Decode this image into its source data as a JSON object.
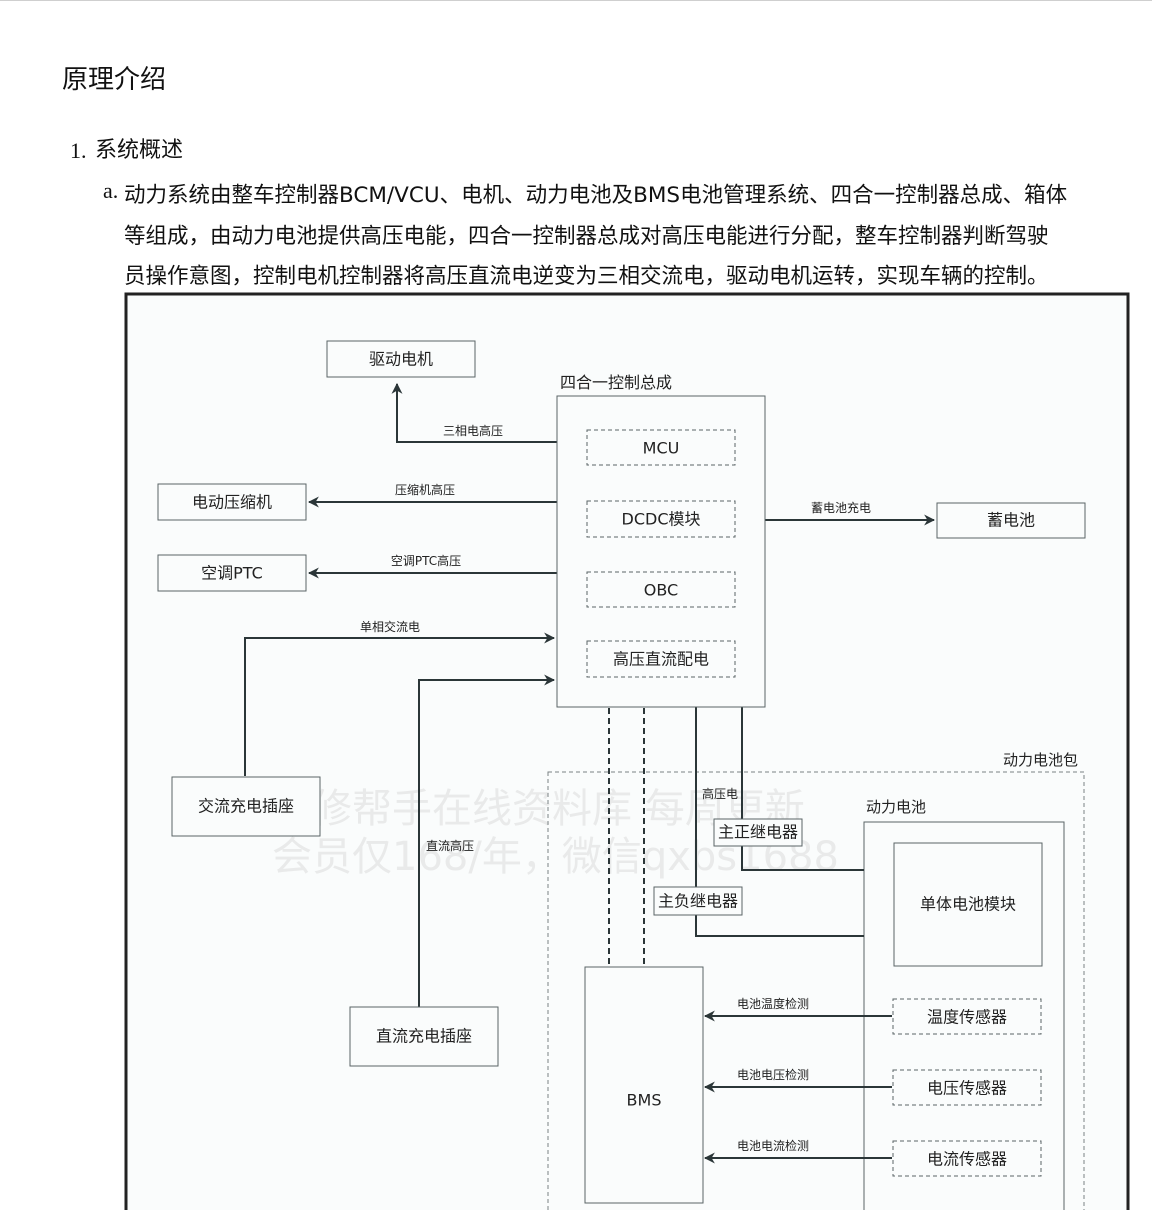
{
  "section": {
    "title": "原理介绍"
  },
  "list": {
    "number": "1.",
    "title": "系统概述",
    "sub_marker": "a.",
    "paragraph_lines": [
      "动力系统由整车控制器BCM/VCU、电机、动力电池及BMS电池管理系统、四合一控制器总成、箱体",
      "等组成，由动力电池提供高压电能，四合一控制器总成对高压电能进行分配，整车控制器判断驾驶",
      "员操作意图，控制电机控制器将高压直流电逆变为三相交流电，驱动电机运转，实现车辆的控制。"
    ]
  },
  "diagram": {
    "blocks": {
      "drive_motor": "驱动电机",
      "e_compressor": "电动压缩机",
      "ac_ptc": "空调PTC",
      "ac_charge_socket": "交流充电插座",
      "dc_charge_socket": "直流充电插座",
      "aux_battery": "蓄电池",
      "four_in_one_title": "四合一控制总成",
      "mcu": "MCU",
      "dcdc": "DCDC模块",
      "obc": "OBC",
      "hv_dc_dist": "高压直流配电",
      "pack_title": "动力电池包",
      "battery_title": "动力电池",
      "cell_module": "单体电池模块",
      "temp_sensor": "温度传感器",
      "volt_sensor": "电压传感器",
      "curr_sensor": "电流传感器",
      "bms": "BMS",
      "main_pos_relay": "主正继电器",
      "main_neg_relay": "主负继电器"
    },
    "connections": {
      "three_phase": "三相电高压",
      "compressor_hv": "压缩机高压",
      "ptc_hv": "空调PTC高压",
      "single_phase_ac": "单相交流电",
      "dc_hv": "直流高压",
      "battery_charge": "蓄电池充电",
      "hv": "高压电",
      "temp_detect": "电池温度检测",
      "volt_detect": "电池电压检测",
      "curr_detect": "电池电流检测"
    },
    "watermark": {
      "line1": "汽修帮手在线资料库  每周更新",
      "line2": "会员仅168/年，微信qxbs1688"
    },
    "colors": {
      "line": "#2b3638",
      "box_border": "#5a6466",
      "diagram_bg": "#fafcfc",
      "frame": "#222222"
    }
  }
}
